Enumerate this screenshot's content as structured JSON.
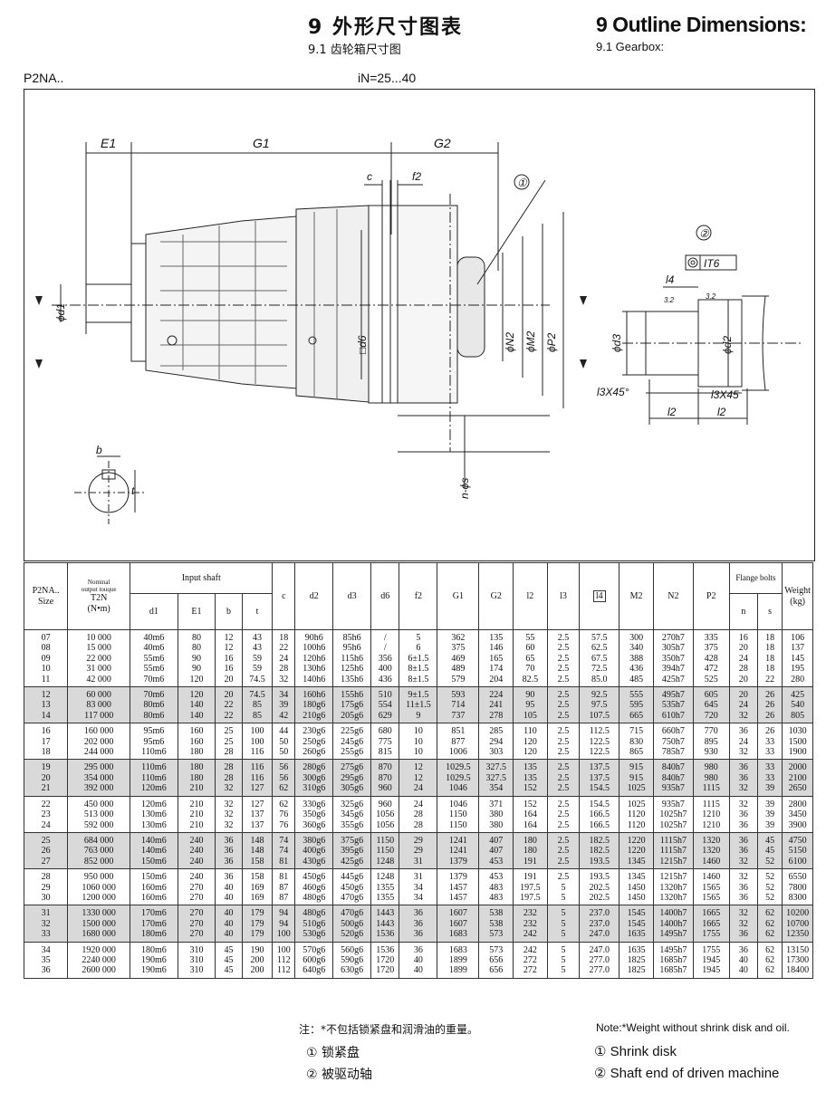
{
  "header": {
    "title_cn": "9  外形尺寸图表",
    "title_en": "9 Outline Dimensions:",
    "subtitle_cn": "9.1 齿轮箱尺寸图",
    "subtitle_en": "9.1 Gearbox:",
    "model": "P2NA..",
    "ratio": "iN=25...40"
  },
  "drawing": {
    "labels": {
      "E1": "E1",
      "G1": "G1",
      "G2": "G2",
      "c": "c",
      "f2": "f2",
      "d1": "ϕd1",
      "d6": "□d6",
      "N2": "ϕN2",
      "M2": "ϕM2",
      "P2": "ϕP2",
      "ns": "n-ϕs",
      "b": "b",
      "t": "t",
      "callout1": "①",
      "callout2": "②",
      "IT6": "IT6",
      "l4": "l4",
      "roughness1": "3.2",
      "roughness2": "3.2",
      "d3": "ϕd3",
      "d2": "ϕd2",
      "l3x45a": "l3X45°",
      "l3x45b": "l3X45",
      "l2a": "l2",
      "l2b": "l2"
    }
  },
  "table": {
    "head": {
      "size": "P2NA..\nSize",
      "torque_small": "Nominal\noutput touque",
      "torque_sym": "T2N\n(N•m)",
      "input_shaft": "Input shaft",
      "d1": "d1",
      "E1": "E1",
      "b": "b",
      "t": "t",
      "c": "c",
      "d2": "d2",
      "d3": "d3",
      "d6": "d6",
      "f2": "f2",
      "G1": "G1",
      "G2": "G2",
      "l2": "l2",
      "l3": "l3",
      "l4": "l4",
      "M2": "M2",
      "N2": "N2",
      "P2": "P2",
      "flange": "Flange bolts",
      "n": "n",
      "s": "s",
      "weight": "Weight\n(kg)"
    },
    "groups": [
      {
        "size": "07\n08\n09\n10\n11",
        "T": "10 000\n15 000\n22 000\n31 000\n42 000",
        "d1": "40m6\n40m6\n55m6\n55m6\n70m6",
        "E1": "80\n80\n90\n90\n120",
        "b": "12\n12\n16\n16\n20",
        "t": "43\n43\n59\n59\n74.5",
        "c": "18\n22\n24\n28\n32",
        "d2": "90h6\n100h6\n120h6\n130h6\n140h6",
        "d3": "85h6\n95h6\n115h6\n125h6\n135h6",
        "d6": "/\n/\n356\n400\n436",
        "f2": "5\n6\n6±1.5\n8±1.5\n8±1.5",
        "G1": "362\n375\n469\n489\n579",
        "G2": "135\n146\n165\n174\n204",
        "l2": "55\n60\n65\n70\n82.5",
        "l3": "2.5\n2.5\n2.5\n2.5\n2.5",
        "l4": "57.5\n62.5\n67.5\n72.5\n85.0",
        "M2": "300\n340\n388\n436\n485",
        "N2": "270h7\n305h7\n350h7\n394h7\n425h7",
        "P2": "335\n375\n428\n472\n525",
        "n": "16\n20\n24\n28\n20",
        "s": "18\n18\n18\n18\n22",
        "w": "106\n137\n145\n195\n280"
      },
      {
        "size": "12\n13\n14",
        "T": "60 000\n83 000\n117 000",
        "d1": "70m6\n80m6\n80m6",
        "E1": "120\n140\n140",
        "b": "20\n22\n22",
        "t": "74.5\n85\n85",
        "c": "34\n39\n42",
        "d2": "160h6\n180g6\n210g6",
        "d3": "155h6\n175g6\n205g6",
        "d6": "510\n554\n629",
        "f2": "9±1.5\n11±1.5\n9",
        "G1": "593\n714\n737",
        "G2": "224\n241\n278",
        "l2": "90\n95\n105",
        "l3": "2.5\n2.5\n2.5",
        "l4": "92.5\n97.5\n107.5",
        "M2": "555\n595\n665",
        "N2": "495h7\n535h7\n610h7",
        "P2": "605\n645\n720",
        "n": "20\n24\n32",
        "s": "26\n26\n26",
        "w": "425\n540\n805"
      },
      {
        "size": "16\n17\n18",
        "T": "160 000\n202 000\n244 000",
        "d1": "95m6\n95m6\n110m6",
        "E1": "160\n160\n180",
        "b": "25\n25\n28",
        "t": "100\n100\n116",
        "c": "44\n50\n50",
        "d2": "230g6\n250g6\n260g6",
        "d3": "225g6\n245g6\n255g6",
        "d6": "680\n775\n815",
        "f2": "10\n10\n10",
        "G1": "851\n877\n1006",
        "G2": "285\n294\n303",
        "l2": "110\n120\n120",
        "l3": "2.5\n2.5\n2.5",
        "l4": "112.5\n122.5\n122.5",
        "M2": "715\n830\n865",
        "N2": "660h7\n750h7\n785h7",
        "P2": "770\n895\n930",
        "n": "36\n24\n32",
        "s": "26\n33\n33",
        "w": "1030\n1500\n1900"
      },
      {
        "size": "19\n20\n21",
        "T": "295 000\n354 000\n392 000",
        "d1": "110m6\n110m6\n120m6",
        "E1": "180\n180\n210",
        "b": "28\n28\n32",
        "t": "116\n116\n127",
        "c": "56\n56\n62",
        "d2": "280g6\n300g6\n310g6",
        "d3": "275g6\n295g6\n305g6",
        "d6": "870\n870\n960",
        "f2": "12\n12\n24",
        "G1": "1029.5\n1029.5\n1046",
        "G2": "327.5\n327.5\n354",
        "l2": "135\n135\n152",
        "l3": "2.5\n2.5\n2.5",
        "l4": "137.5\n137.5\n154.5",
        "M2": "915\n915\n1025",
        "N2": "840h7\n840h7\n935h7",
        "P2": "980\n980\n1115",
        "n": "36\n36\n32",
        "s": "33\n33\n39",
        "w": "2000\n2100\n2650"
      },
      {
        "size": "22\n23\n24",
        "T": "450 000\n513 000\n592 000",
        "d1": "120m6\n130m6\n130m6",
        "E1": "210\n210\n210",
        "b": "32\n32\n32",
        "t": "127\n137\n137",
        "c": "62\n76\n76",
        "d2": "330g6\n350g6\n360g6",
        "d3": "325g6\n345g6\n355g6",
        "d6": "960\n1056\n1056",
        "f2": "24\n28\n28",
        "G1": "1046\n1150\n1150",
        "G2": "371\n380\n380",
        "l2": "152\n164\n164",
        "l3": "2.5\n2.5\n2.5",
        "l4": "154.5\n166.5\n166.5",
        "M2": "1025\n1120\n1120",
        "N2": "935h7\n1025h7\n1025h7",
        "P2": "1115\n1210\n1210",
        "n": "32\n36\n36",
        "s": "39\n39\n39",
        "w": "2800\n3450\n3900"
      },
      {
        "size": "25\n26\n27",
        "T": "684 000\n763 000\n852 000",
        "d1": "140m6\n140m6\n150m6",
        "E1": "240\n240\n240",
        "b": "36\n36\n36",
        "t": "148\n148\n158",
        "c": "74\n74\n81",
        "d2": "380g6\n400g6\n430g6",
        "d3": "375g6\n395g6\n425g6",
        "d6": "1150\n1150\n1248",
        "f2": "29\n29\n31",
        "G1": "1241\n1241\n1379",
        "G2": "407\n407\n453",
        "l2": "180\n180\n191",
        "l3": "2.5\n2.5\n2.5",
        "l4": "182.5\n182.5\n193.5",
        "M2": "1220\n1220\n1345",
        "N2": "1115h7\n1115h7\n1215h7",
        "P2": "1320\n1320\n1460",
        "n": "36\n36\n32",
        "s": "45\n45\n52",
        "w": "4750\n5150\n6100"
      },
      {
        "size": "28\n29\n30",
        "T": "950 000\n1060 000\n1200 000",
        "d1": "150m6\n160m6\n160m6",
        "E1": "240\n270\n270",
        "b": "36\n40\n40",
        "t": "158\n169\n169",
        "c": "81\n87\n87",
        "d2": "450g6\n460g6\n480g6",
        "d3": "445g6\n450g6\n470g6",
        "d6": "1248\n1355\n1355",
        "f2": "31\n34\n34",
        "G1": "1379\n1457\n1457",
        "G2": "453\n483\n483",
        "l2": "191\n197.5\n197.5",
        "l3": "2.5\n5\n5",
        "l4": "193.5\n202.5\n202.5",
        "M2": "1345\n1450\n1450",
        "N2": "1215h7\n1320h7\n1320h7",
        "P2": "1460\n1565\n1565",
        "n": "32\n36\n36",
        "s": "52\n52\n52",
        "w": "6550\n7800\n8300"
      },
      {
        "size": "31\n32\n33",
        "T": "1330 000\n1500 000\n1680 000",
        "d1": "170m6\n170m6\n180m6",
        "E1": "270\n270\n270",
        "b": "40\n40\n40",
        "t": "179\n179\n179",
        "c": "94\n94\n100",
        "d2": "480g6\n510g6\n530g6",
        "d3": "470g6\n500g6\n520g6",
        "d6": "1443\n1443\n1536",
        "f2": "36\n36\n36",
        "G1": "1607\n1607\n1683",
        "G2": "538\n538\n573",
        "l2": "232\n232\n242",
        "l3": "5\n5\n5",
        "l4": "237.0\n237.0\n247.0",
        "M2": "1545\n1545\n1635",
        "N2": "1400h7\n1400h7\n1495h7",
        "P2": "1665\n1665\n1755",
        "n": "32\n32\n36",
        "s": "62\n62\n62",
        "w": "10200\n10700\n12350"
      },
      {
        "size": "34\n35\n36",
        "T": "1920 000\n2240 000\n2600 000",
        "d1": "180m6\n190m6\n190m6",
        "E1": "310\n310\n310",
        "b": "45\n45\n45",
        "t": "190\n200\n200",
        "c": "100\n112\n112",
        "d2": "570g6\n600g6\n640g6",
        "d3": "560g6\n590g6\n630g6",
        "d6": "1536\n1720\n1720",
        "f2": "36\n40\n40",
        "G1": "1683\n1899\n1899",
        "G2": "573\n656\n656",
        "l2": "242\n272\n272",
        "l3": "5\n5\n5",
        "l4": "247.0\n277.0\n277.0",
        "M2": "1635\n1825\n1825",
        "N2": "1495h7\n1685h7\n1685h7",
        "P2": "1755\n1945\n1945",
        "n": "36\n40\n40",
        "s": "62\n62\n62",
        "w": "13150\n17300\n18400"
      }
    ]
  },
  "notes": {
    "note_cn": "注：*不包括锁紧盘和润滑油的重量。",
    "note_en": "Note:*Weight without shrink disk and oil.",
    "legend1_cn": "①  锁紧盘",
    "legend2_cn": "②  被驱动轴",
    "legend1_en": "①  Shrink disk",
    "legend2_en": "②  Shaft end of driven machine"
  }
}
